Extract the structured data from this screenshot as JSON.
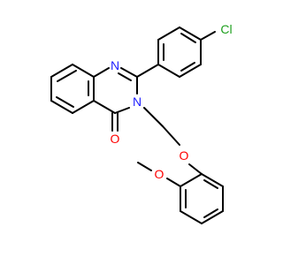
{
  "colors": {
    "bond": "#000000",
    "nitrogen": "#2020ff",
    "oxygen": "#ff0000",
    "chlorine": "#1fa01f",
    "background": "#ffffff"
  },
  "atoms": {
    "n1": "N",
    "n3": "N",
    "o_carbonyl": "O",
    "o_ether": "O",
    "o_methoxy": "O",
    "cl": "Cl"
  }
}
